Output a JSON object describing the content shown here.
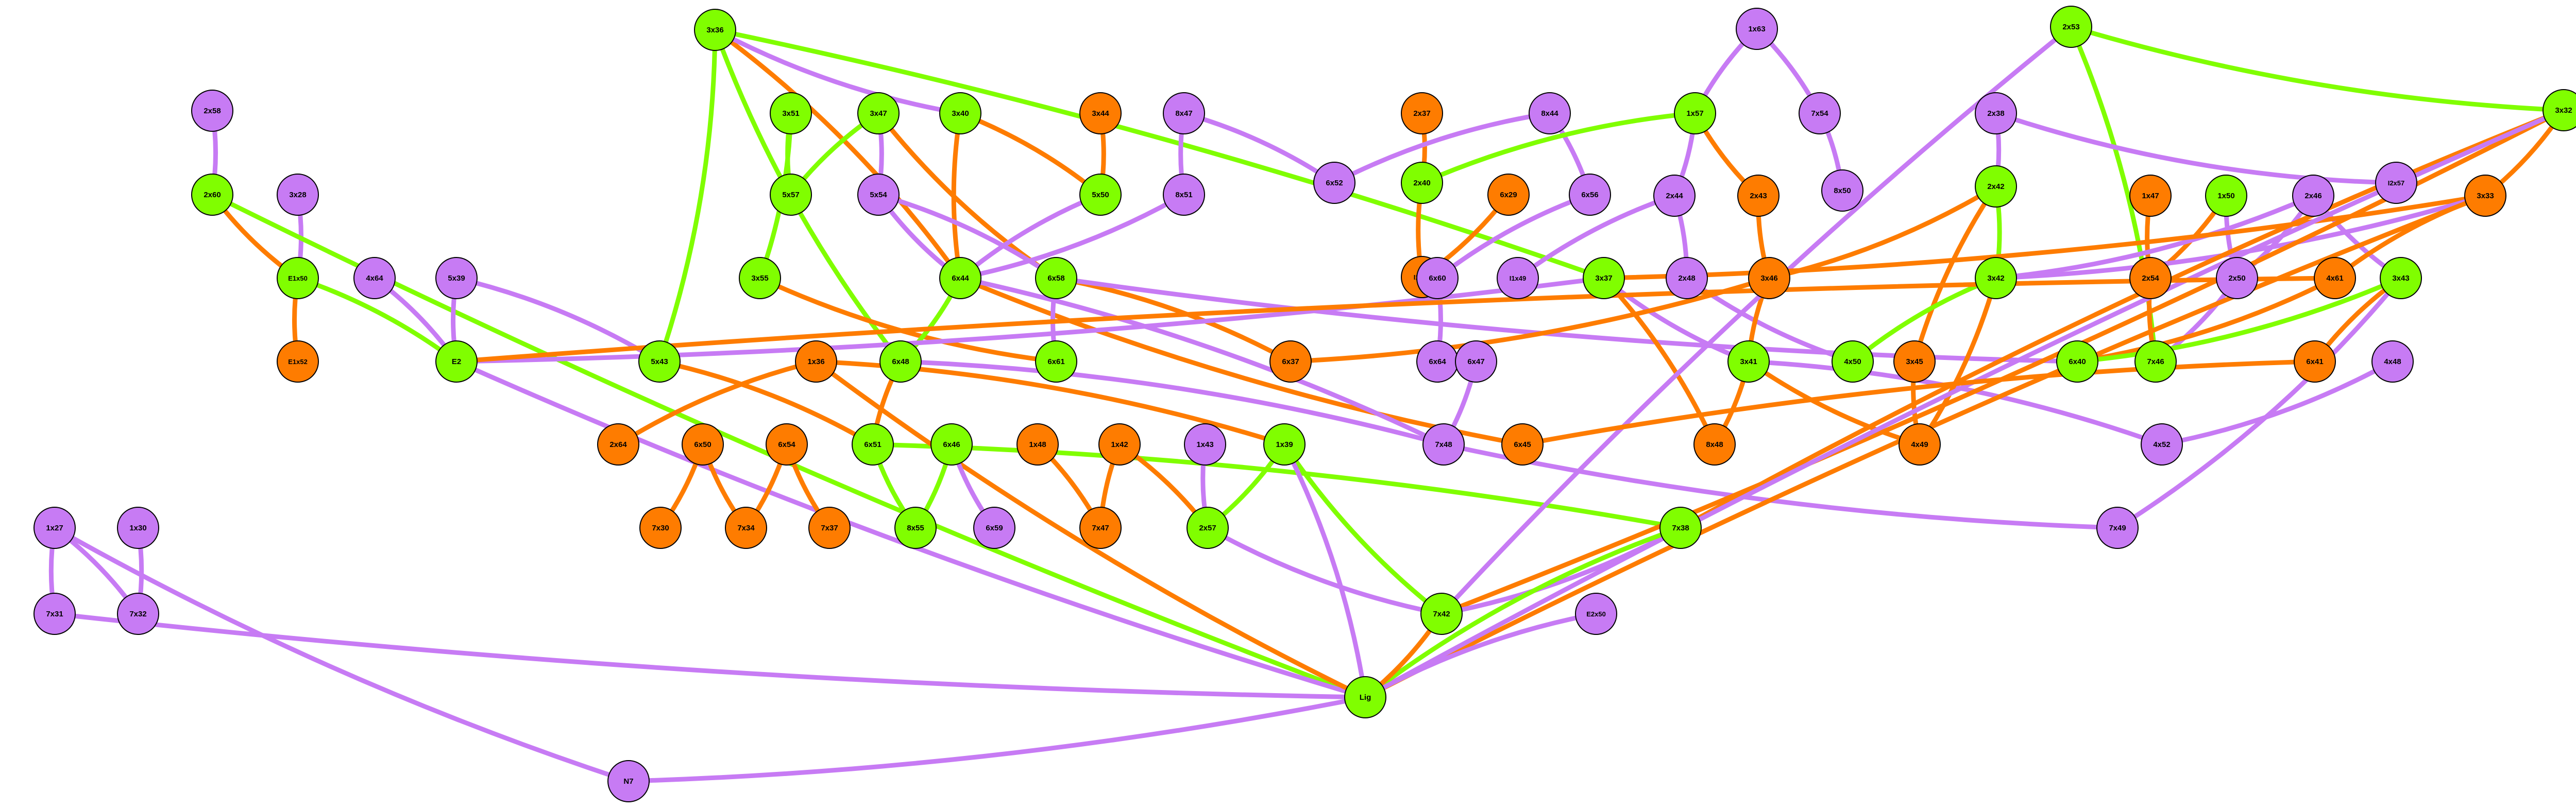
{
  "colors": {
    "purple": "#c77bf4",
    "green": "#80fe00",
    "orange": "#fe7c00",
    "node_stroke": "#000000",
    "background": "#ffffff"
  },
  "nodes": [
    {
      "id": "3x36",
      "label": "3x36",
      "color": "green"
    },
    {
      "id": "2x53",
      "label": "2x53",
      "color": "green"
    },
    {
      "id": "1x63",
      "label": "1x63",
      "color": "purple"
    },
    {
      "id": "2x58",
      "label": "2x58",
      "color": "purple"
    },
    {
      "id": "3x51",
      "label": "3x51",
      "color": "green"
    },
    {
      "id": "3x47",
      "label": "3x47",
      "color": "green"
    },
    {
      "id": "3x40",
      "label": "3x40",
      "color": "green"
    },
    {
      "id": "3x44",
      "label": "3x44",
      "color": "orange"
    },
    {
      "id": "8x47",
      "label": "8x47",
      "color": "purple"
    },
    {
      "id": "2x37",
      "label": "2x37",
      "color": "orange"
    },
    {
      "id": "8x44",
      "label": "8x44",
      "color": "purple"
    },
    {
      "id": "1x57",
      "label": "1x57",
      "color": "green"
    },
    {
      "id": "7x54",
      "label": "7x54",
      "color": "purple"
    },
    {
      "id": "2x38",
      "label": "2x38",
      "color": "purple"
    },
    {
      "id": "3x32",
      "label": "3x32",
      "color": "green"
    },
    {
      "id": "2x60",
      "label": "2x60",
      "color": "green"
    },
    {
      "id": "3x28",
      "label": "3x28",
      "color": "purple"
    },
    {
      "id": "5x57",
      "label": "5x57",
      "color": "green"
    },
    {
      "id": "5x54",
      "label": "5x54",
      "color": "purple"
    },
    {
      "id": "5x50",
      "label": "5x50",
      "color": "green"
    },
    {
      "id": "8x51",
      "label": "8x51",
      "color": "purple"
    },
    {
      "id": "6x52",
      "label": "6x52",
      "color": "purple"
    },
    {
      "id": "2x40",
      "label": "2x40",
      "color": "green"
    },
    {
      "id": "6x29",
      "label": "6x29",
      "color": "orange"
    },
    {
      "id": "6x56",
      "label": "6x56",
      "color": "purple"
    },
    {
      "id": "2x44",
      "label": "2x44",
      "color": "purple"
    },
    {
      "id": "2x43",
      "label": "2x43",
      "color": "orange"
    },
    {
      "id": "8x50",
      "label": "8x50",
      "color": "purple"
    },
    {
      "id": "2x42",
      "label": "2x42",
      "color": "green"
    },
    {
      "id": "1x47",
      "label": "1x47",
      "color": "orange"
    },
    {
      "id": "1x50",
      "label": "1x50",
      "color": "green"
    },
    {
      "id": "2x46",
      "label": "2x46",
      "color": "purple"
    },
    {
      "id": "I2x57",
      "label": "I2x57",
      "color": "purple"
    },
    {
      "id": "3x33",
      "label": "3x33",
      "color": "orange"
    },
    {
      "id": "E1x50",
      "label": "E1x50",
      "color": "green"
    },
    {
      "id": "4x64",
      "label": "4x64",
      "color": "purple"
    },
    {
      "id": "5x39",
      "label": "5x39",
      "color": "purple"
    },
    {
      "id": "3x55",
      "label": "3x55",
      "color": "green"
    },
    {
      "id": "6x44",
      "label": "6x44",
      "color": "green"
    },
    {
      "id": "6x58",
      "label": "6x58",
      "color": "green"
    },
    {
      "id": "I1x46",
      "label": "I1x46",
      "color": "orange"
    },
    {
      "id": "6x60",
      "label": "6x60",
      "color": "purple"
    },
    {
      "id": "I1x49",
      "label": "I1x49",
      "color": "purple"
    },
    {
      "id": "3x37",
      "label": "3x37",
      "color": "green"
    },
    {
      "id": "2x48",
      "label": "2x48",
      "color": "purple"
    },
    {
      "id": "3x46",
      "label": "3x46",
      "color": "orange"
    },
    {
      "id": "3x42",
      "label": "3x42",
      "color": "green"
    },
    {
      "id": "2x54",
      "label": "2x54",
      "color": "orange"
    },
    {
      "id": "2x50",
      "label": "2x50",
      "color": "purple"
    },
    {
      "id": "4x61",
      "label": "4x61",
      "color": "orange"
    },
    {
      "id": "3x43",
      "label": "3x43",
      "color": "green"
    },
    {
      "id": "E1x52",
      "label": "E1x52",
      "color": "orange"
    },
    {
      "id": "E2",
      "label": "E2",
      "color": "green"
    },
    {
      "id": "5x43",
      "label": "5x43",
      "color": "green"
    },
    {
      "id": "1x36",
      "label": "1x36",
      "color": "orange"
    },
    {
      "id": "6x48",
      "label": "6x48",
      "color": "green"
    },
    {
      "id": "6x61",
      "label": "6x61",
      "color": "green"
    },
    {
      "id": "6x64",
      "label": "6x64",
      "color": "purple"
    },
    {
      "id": "6x47",
      "label": "6x47",
      "color": "purple"
    },
    {
      "id": "6x37",
      "label": "6x37",
      "color": "orange"
    },
    {
      "id": "3x41",
      "label": "3x41",
      "color": "green"
    },
    {
      "id": "4x50",
      "label": "4x50",
      "color": "green"
    },
    {
      "id": "3x45",
      "label": "3x45",
      "color": "orange"
    },
    {
      "id": "6x40",
      "label": "6x40",
      "color": "green"
    },
    {
      "id": "7x46",
      "label": "7x46",
      "color": "green"
    },
    {
      "id": "6x41",
      "label": "6x41",
      "color": "orange"
    },
    {
      "id": "4x48",
      "label": "4x48",
      "color": "purple"
    },
    {
      "id": "2x64",
      "label": "2x64",
      "color": "orange"
    },
    {
      "id": "6x50",
      "label": "6x50",
      "color": "orange"
    },
    {
      "id": "6x54",
      "label": "6x54",
      "color": "orange"
    },
    {
      "id": "6x51",
      "label": "6x51",
      "color": "green"
    },
    {
      "id": "6x46",
      "label": "6x46",
      "color": "green"
    },
    {
      "id": "1x48",
      "label": "1x48",
      "color": "orange"
    },
    {
      "id": "1x42",
      "label": "1x42",
      "color": "orange"
    },
    {
      "id": "1x43",
      "label": "1x43",
      "color": "purple"
    },
    {
      "id": "1x39",
      "label": "1x39",
      "color": "green"
    },
    {
      "id": "7x48",
      "label": "7x48",
      "color": "purple"
    },
    {
      "id": "6x45",
      "label": "6x45",
      "color": "orange"
    },
    {
      "id": "8x48",
      "label": "8x48",
      "color": "orange"
    },
    {
      "id": "4x49",
      "label": "4x49",
      "color": "orange"
    },
    {
      "id": "4x52",
      "label": "4x52",
      "color": "purple"
    },
    {
      "id": "1x27",
      "label": "1x27",
      "color": "purple"
    },
    {
      "id": "1x30",
      "label": "1x30",
      "color": "purple"
    },
    {
      "id": "7x30",
      "label": "7x30",
      "color": "orange"
    },
    {
      "id": "7x34",
      "label": "7x34",
      "color": "orange"
    },
    {
      "id": "7x37",
      "label": "7x37",
      "color": "orange"
    },
    {
      "id": "8x55",
      "label": "8x55",
      "color": "green"
    },
    {
      "id": "6x59",
      "label": "6x59",
      "color": "purple"
    },
    {
      "id": "7x47",
      "label": "7x47",
      "color": "orange"
    },
    {
      "id": "2x57",
      "label": "2x57",
      "color": "green"
    },
    {
      "id": "7x38",
      "label": "7x38",
      "color": "green"
    },
    {
      "id": "7x49",
      "label": "7x49",
      "color": "purple"
    },
    {
      "id": "7x31",
      "label": "7x31",
      "color": "purple"
    },
    {
      "id": "7x32",
      "label": "7x32",
      "color": "purple"
    },
    {
      "id": "7x42",
      "label": "7x42",
      "color": "green"
    },
    {
      "id": "E2x50",
      "label": "E2x50",
      "color": "purple"
    },
    {
      "id": "Lig",
      "label": "Lig",
      "color": "green"
    },
    {
      "id": "N7",
      "label": "N7",
      "color": "purple"
    }
  ],
  "edges": [
    [
      "2x58",
      "2x60",
      "purple"
    ],
    [
      "2x60",
      "E1x50",
      "orange"
    ],
    [
      "3x28",
      "E1x50",
      "purple"
    ],
    [
      "E1x50",
      "E1x52",
      "orange"
    ],
    [
      "E1x50",
      "E2",
      "green"
    ],
    [
      "2x60",
      "Lig",
      "green"
    ],
    [
      "4x64",
      "E2",
      "purple"
    ],
    [
      "5x39",
      "E2",
      "purple"
    ],
    [
      "5x39",
      "5x43",
      "purple"
    ],
    [
      "E2",
      "Lig",
      "purple"
    ],
    [
      "3x36",
      "5x43",
      "green"
    ],
    [
      "3x36",
      "6x48",
      "green"
    ],
    [
      "3x36",
      "6x44",
      "orange"
    ],
    [
      "3x36",
      "3x40",
      "purple"
    ],
    [
      "3x36",
      "3x37",
      "green"
    ],
    [
      "3x51",
      "5x57",
      "green"
    ],
    [
      "3x51",
      "3x55",
      "green"
    ],
    [
      "3x47",
      "5x57",
      "green"
    ],
    [
      "3x47",
      "5x54",
      "purple"
    ],
    [
      "3x47",
      "6x58",
      "orange"
    ],
    [
      "3x40",
      "5x50",
      "orange"
    ],
    [
      "3x40",
      "6x44",
      "orange"
    ],
    [
      "3x44",
      "5x50",
      "orange"
    ],
    [
      "5x54",
      "6x44",
      "purple"
    ],
    [
      "5x54",
      "6x58",
      "purple"
    ],
    [
      "5x50",
      "6x44",
      "purple"
    ],
    [
      "8x51",
      "6x44",
      "purple"
    ],
    [
      "8x47",
      "8x51",
      "purple"
    ],
    [
      "8x47",
      "6x52",
      "purple"
    ],
    [
      "3x55",
      "6x61",
      "orange"
    ],
    [
      "6x44",
      "6x48",
      "green"
    ],
    [
      "6x44",
      "6x45",
      "orange"
    ],
    [
      "6x44",
      "7x48",
      "purple"
    ],
    [
      "6x58",
      "6x61",
      "purple"
    ],
    [
      "6x58",
      "6x37",
      "orange"
    ],
    [
      "6x58",
      "6x40",
      "purple"
    ],
    [
      "5x43",
      "6x51",
      "orange"
    ],
    [
      "6x48",
      "6x51",
      "orange"
    ],
    [
      "6x48",
      "7x48",
      "purple"
    ],
    [
      "6x51",
      "8x55",
      "green"
    ],
    [
      "6x51",
      "7x38",
      "green"
    ],
    [
      "1x36",
      "2x64",
      "orange"
    ],
    [
      "1x36",
      "1x39",
      "orange"
    ],
    [
      "1x36",
      "Lig",
      "orange"
    ],
    [
      "6x50",
      "7x30",
      "orange"
    ],
    [
      "6x50",
      "7x34",
      "orange"
    ],
    [
      "6x54",
      "7x34",
      "orange"
    ],
    [
      "6x54",
      "7x37",
      "orange"
    ],
    [
      "6x46",
      "8x55",
      "green"
    ],
    [
      "6x46",
      "6x59",
      "purple"
    ],
    [
      "1x48",
      "7x47",
      "orange"
    ],
    [
      "1x42",
      "7x47",
      "orange"
    ],
    [
      "1x42",
      "2x57",
      "orange"
    ],
    [
      "1x43",
      "2x57",
      "purple"
    ],
    [
      "1x39",
      "2x57",
      "green"
    ],
    [
      "1x39",
      "7x42",
      "green"
    ],
    [
      "1x39",
      "Lig",
      "purple"
    ],
    [
      "2x57",
      "7x42",
      "purple"
    ],
    [
      "6x47",
      "7x48",
      "purple"
    ],
    [
      "7x48",
      "7x49",
      "purple"
    ],
    [
      "2x37",
      "2x40",
      "orange"
    ],
    [
      "8x44",
      "6x52",
      "purple"
    ],
    [
      "8x44",
      "6x56",
      "purple"
    ],
    [
      "1x63",
      "1x57",
      "purple"
    ],
    [
      "1x63",
      "7x54",
      "purple"
    ],
    [
      "1x57",
      "2x40",
      "green"
    ],
    [
      "1x57",
      "2x44",
      "purple"
    ],
    [
      "1x57",
      "2x43",
      "orange"
    ],
    [
      "7x54",
      "8x50",
      "purple"
    ],
    [
      "2x40",
      "I1x46",
      "orange"
    ],
    [
      "6x29",
      "I1x46",
      "orange"
    ],
    [
      "6x56",
      "6x60",
      "purple"
    ],
    [
      "6x60",
      "6x64",
      "purple"
    ],
    [
      "2x44",
      "I1x49",
      "purple"
    ],
    [
      "2x44",
      "2x48",
      "purple"
    ],
    [
      "2x43",
      "3x46",
      "orange"
    ],
    [
      "3x37",
      "E2",
      "purple"
    ],
    [
      "3x37",
      "3x41",
      "purple"
    ],
    [
      "3x37",
      "8x48",
      "orange"
    ],
    [
      "2x48",
      "4x50",
      "purple"
    ],
    [
      "3x46",
      "6x37",
      "orange"
    ],
    [
      "3x46",
      "3x41",
      "orange"
    ],
    [
      "3x41",
      "8x48",
      "orange"
    ],
    [
      "3x41",
      "4x49",
      "orange"
    ],
    [
      "3x41",
      "4x52",
      "purple"
    ],
    [
      "2x53",
      "3x32",
      "green"
    ],
    [
      "2x53",
      "7x46",
      "green"
    ],
    [
      "2x53",
      "7x42",
      "purple"
    ],
    [
      "2x38",
      "2x42",
      "purple"
    ],
    [
      "2x38",
      "I2x57",
      "purple"
    ],
    [
      "2x42",
      "3x42",
      "green"
    ],
    [
      "2x42",
      "3x45",
      "orange"
    ],
    [
      "2x42",
      "3x46",
      "orange"
    ],
    [
      "1x47",
      "2x54",
      "orange"
    ],
    [
      "1x50",
      "2x54",
      "orange"
    ],
    [
      "1x50",
      "2x50",
      "purple"
    ],
    [
      "2x46",
      "2x50",
      "purple"
    ],
    [
      "2x46",
      "3x43",
      "purple"
    ],
    [
      "2x46",
      "3x42",
      "purple"
    ],
    [
      "2x54",
      "7x46",
      "orange"
    ],
    [
      "2x50",
      "7x46",
      "purple"
    ],
    [
      "3x42",
      "4x50",
      "green"
    ],
    [
      "3x42",
      "4x49",
      "orange"
    ],
    [
      "3x45",
      "4x49",
      "orange"
    ],
    [
      "3x33",
      "3x37",
      "orange"
    ],
    [
      "3x33",
      "4x61",
      "orange"
    ],
    [
      "3x33",
      "3x42",
      "purple"
    ],
    [
      "3x33",
      "Lig",
      "orange"
    ],
    [
      "3x32",
      "3x33",
      "orange"
    ],
    [
      "3x32",
      "7x38",
      "orange"
    ],
    [
      "3x32",
      "7x42",
      "orange"
    ],
    [
      "3x32",
      "Lig",
      "purple"
    ],
    [
      "4x61",
      "6x40",
      "orange"
    ],
    [
      "4x61",
      "E2",
      "orange"
    ],
    [
      "3x43",
      "6x40",
      "green"
    ],
    [
      "3x43",
      "6x41",
      "orange"
    ],
    [
      "3x43",
      "7x49",
      "purple"
    ],
    [
      "6x41",
      "6x45",
      "orange"
    ],
    [
      "4x48",
      "4x52",
      "purple"
    ],
    [
      "1x27",
      "7x31",
      "purple"
    ],
    [
      "1x27",
      "7x32",
      "purple"
    ],
    [
      "1x27",
      "N7",
      "purple"
    ],
    [
      "1x30",
      "7x32",
      "purple"
    ],
    [
      "7x31",
      "Lig",
      "purple"
    ],
    [
      "7x38",
      "7x42",
      "purple"
    ],
    [
      "7x38",
      "Lig",
      "green"
    ],
    [
      "7x42",
      "Lig",
      "orange"
    ],
    [
      "E2x50",
      "Lig",
      "purple"
    ],
    [
      "Lig",
      "N7",
      "purple"
    ]
  ]
}
